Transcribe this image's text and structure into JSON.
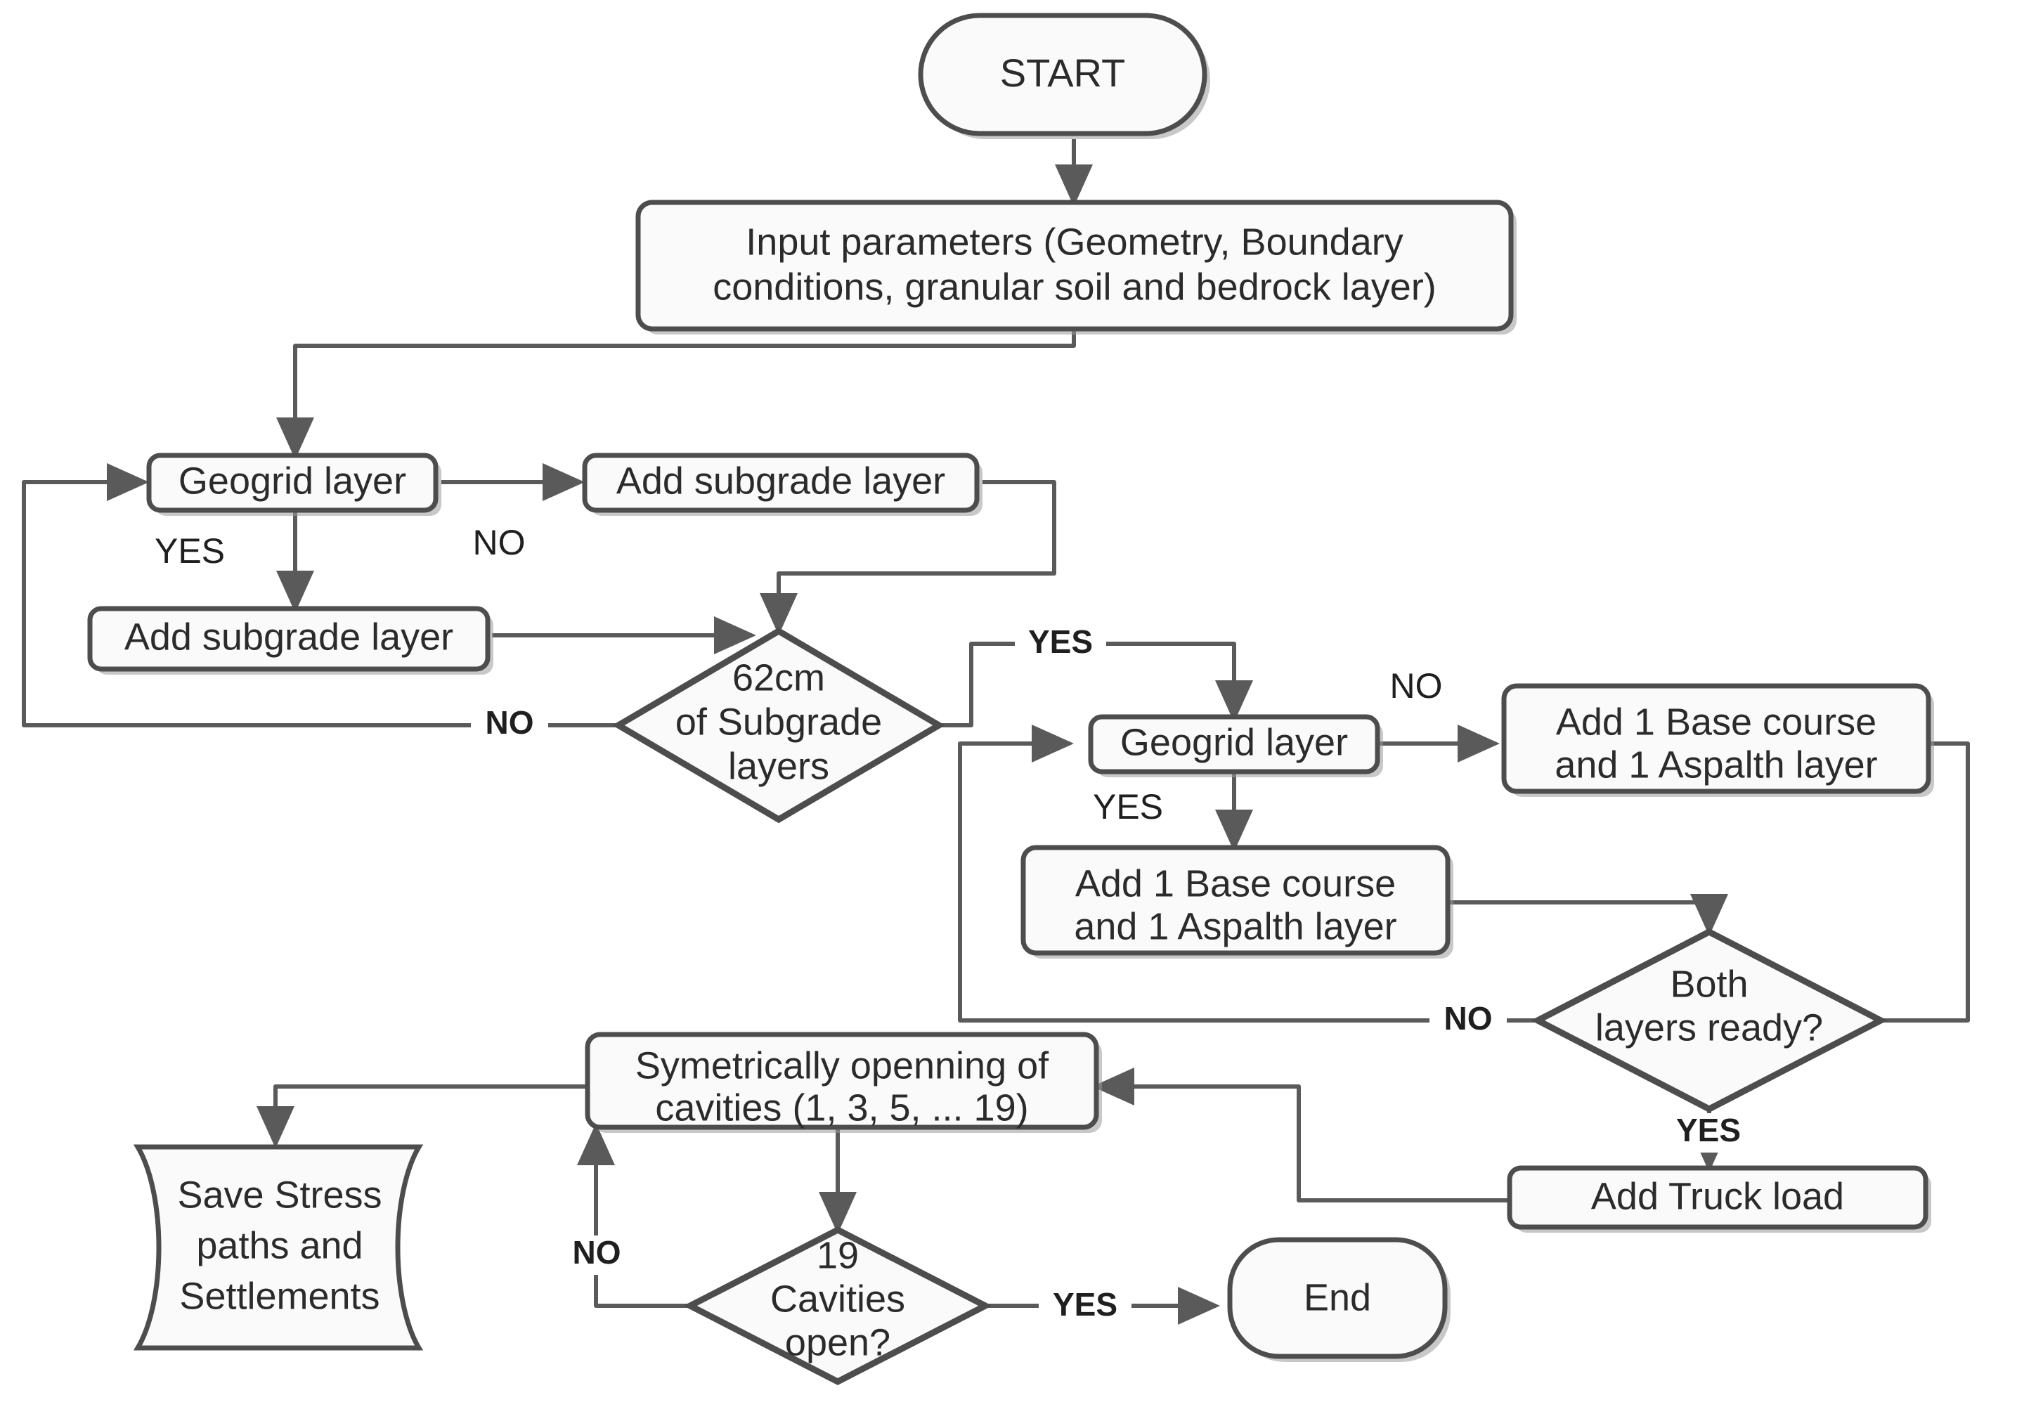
{
  "diagram": {
    "title_text": "",
    "colors": {
      "node_fill": "#fafafa",
      "node_stroke": "#4d4d4d",
      "edge_stroke": "#5a5a5a",
      "text": "#2b2b2b",
      "background": "#ffffff"
    },
    "nodes": {
      "start": {
        "label": "START",
        "shape": "stadium"
      },
      "input_parameters": {
        "line1": "Input parameters (Geometry, Boundary",
        "line2": "conditions, granular soil and bedrock layer)",
        "shape": "rounded-rect"
      },
      "geogrid_1": {
        "label": "Geogrid layer",
        "shape": "rounded-rect"
      },
      "add_subgrade_top": {
        "label": "Add subgrade layer",
        "shape": "rounded-rect"
      },
      "add_subgrade_left": {
        "label": "Add subgrade layer",
        "shape": "rounded-rect"
      },
      "decision_subgrade": {
        "line1": "62cm",
        "line2": "of Subgrade",
        "line3": "layers",
        "shape": "diamond"
      },
      "geogrid_2": {
        "label": "Geogrid layer",
        "shape": "rounded-rect"
      },
      "base_course_right": {
        "line1": "Add 1 Base course",
        "line2": "and 1 Aspalth layer",
        "shape": "rounded-rect"
      },
      "base_course_left": {
        "line1": "Add 1 Base course",
        "line2": "and 1 Aspalth layer",
        "shape": "rounded-rect"
      },
      "decision_both_layers": {
        "line1": "Both",
        "line2": "layers ready?",
        "shape": "diamond"
      },
      "add_truck_load": {
        "label": "Add Truck load",
        "shape": "rounded-rect"
      },
      "cavities": {
        "line1": "Symetrically openning of",
        "line2": "cavities (1, 3, 5, ... 19)",
        "shape": "rounded-rect"
      },
      "decision_cavities": {
        "line1": "19",
        "line2": "Cavities",
        "line3": "open?",
        "shape": "diamond"
      },
      "save_results": {
        "line1": "Save Stress",
        "line2": "paths and",
        "line3": "Settlements",
        "shape": "tape"
      },
      "end": {
        "label": "End",
        "shape": "stadium"
      }
    },
    "edge_labels": {
      "geogrid1_yes": "YES",
      "geogrid1_no": "NO",
      "subgrade_no": "NO",
      "subgrade_yes": "YES",
      "geogrid2_no": "NO",
      "geogrid2_yes": "YES",
      "both_layers_no": "NO",
      "both_layers_yes": "YES",
      "cavities_no": "NO",
      "cavities_yes": "YES"
    }
  }
}
